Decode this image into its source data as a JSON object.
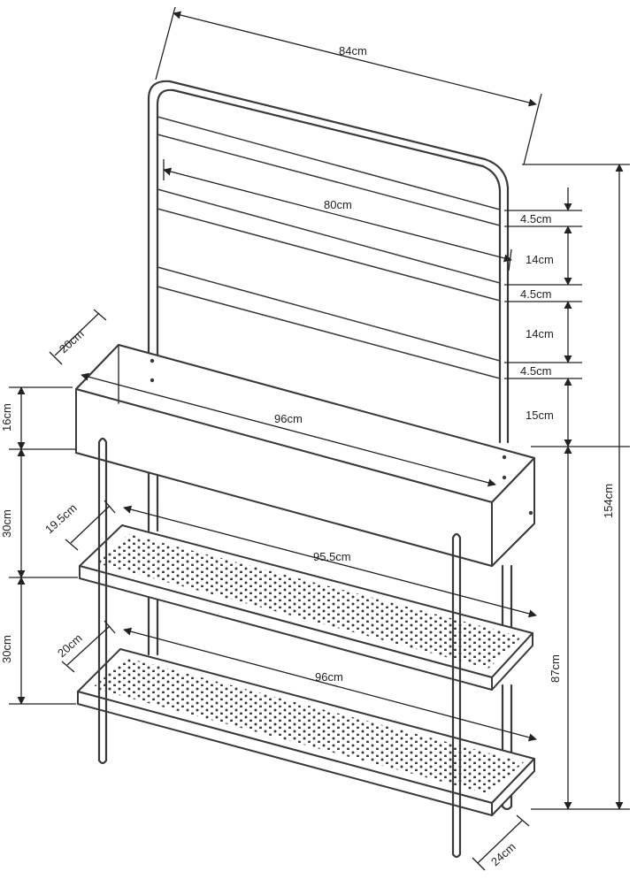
{
  "dimensions": {
    "overall_width": "84cm",
    "trellis_width": "80cm",
    "gap_1": "4.5cm",
    "gap_2": "14cm",
    "gap_3": "4.5cm",
    "gap_4": "14cm",
    "gap_5": "4.5cm",
    "gap_6": "15cm",
    "planter_length": "96cm",
    "planter_depth": "20cm",
    "planter_height": "16cm",
    "shelf1_spacing": "30cm",
    "shelf2_spacing": "30cm",
    "shelf1_depth": "19.5cm",
    "shelf1_length": "95.5cm",
    "shelf2_depth": "20cm",
    "shelf2_length": "96cm",
    "base_depth": "24cm",
    "lower_height": "87cm",
    "total_height": "154cm"
  }
}
